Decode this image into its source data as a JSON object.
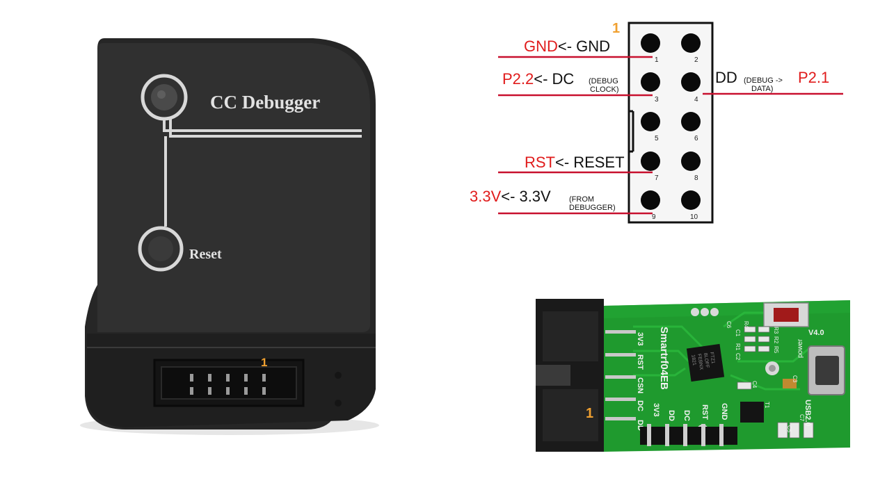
{
  "colors": {
    "red": "#e01b1b",
    "orange": "#f0a030",
    "device_body": "#2b2b2b",
    "pcb_green": "#1f9a2e",
    "connector_black": "#1a1a1a"
  },
  "device": {
    "title": "CC Debugger",
    "reset_label": "Reset",
    "pin1_marker": "1"
  },
  "pinout": {
    "pin1_marker": "1",
    "pins": [
      "1",
      "2",
      "3",
      "4",
      "5",
      "6",
      "7",
      "8",
      "9",
      "10"
    ],
    "gnd": {
      "target": "GND",
      "arrow": "<-",
      "signal": "GND"
    },
    "dc": {
      "target": "P2.2",
      "arrow": "<-",
      "signal": "DC",
      "note_line1": "(DEBUG",
      "note_line2": "CLOCK)"
    },
    "dd": {
      "signal": "DD",
      "note_line1": "(DEBUG ->",
      "note_line2": "DATA)",
      "target": "P2.1"
    },
    "rst": {
      "target": "RST",
      "arrow": "<-",
      "signal": "RESET"
    },
    "v33": {
      "target": "3.3V",
      "arrow": "<-",
      "signal": "3.3V",
      "note_line1": "(FROM",
      "note_line2": "DEBUGGER)"
    }
  },
  "board": {
    "pin1_marker": "1",
    "name": "Smartrf04EB",
    "version": "V4.0",
    "usb": "USB2.0",
    "power": "power",
    "pin_labels": [
      "3V3",
      "RST",
      "CSN",
      "DC",
      "DD"
    ],
    "bottom_labels": [
      "3V3",
      "DD",
      "DC",
      "RST",
      "GND"
    ],
    "chip_text": [
      "FTZ1",
      "8LOFF",
      "FEBNX",
      "1821"
    ],
    "components": [
      "C6",
      "C1",
      "C2",
      "R4",
      "R3",
      "R2",
      "R5",
      "R1",
      "C3",
      "C4",
      "C5",
      "C7",
      "T1"
    ]
  },
  "icons": [
    "cc-debugger-device-image",
    "pcb-board-image",
    "ribbon-connector-icon",
    "usb-port-icon"
  ]
}
